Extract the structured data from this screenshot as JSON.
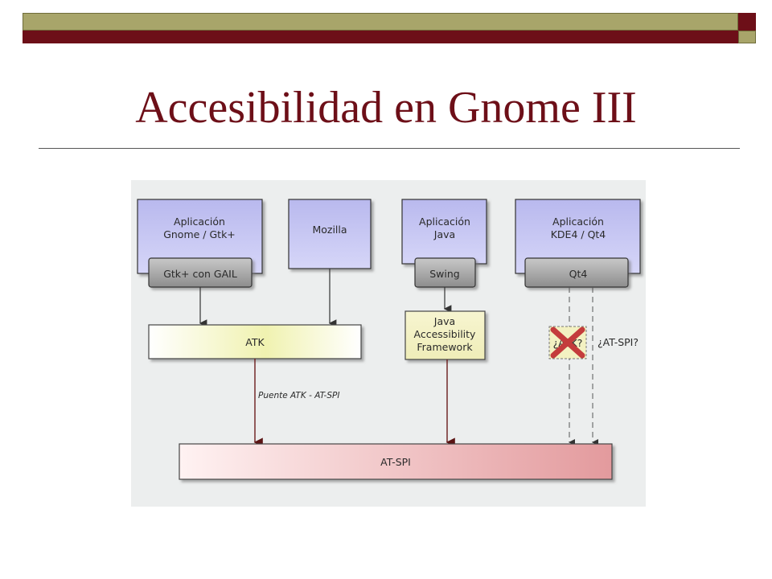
{
  "title": "Accesibilidad en Gnome III",
  "diagram": {
    "apps": [
      {
        "line1": "Aplicación",
        "line2": "Gnome / Gtk+",
        "toolkit": "Gtk+ con GAIL"
      },
      {
        "line1": "Mozilla",
        "line2": "",
        "toolkit": ""
      },
      {
        "line1": "Aplicación",
        "line2": "Java",
        "toolkit": "Swing"
      },
      {
        "line1": "Aplicación",
        "line2": "KDE4 / Qt4",
        "toolkit": "Qt4"
      }
    ],
    "atk": "ATK",
    "jaf": [
      "Java",
      "Accessibility",
      "Framework"
    ],
    "bridge_label": "Puente ATK - AT-SPI",
    "atk_question": "¿ATK?",
    "atspi_question": "¿AT-SPI?",
    "atspi": "AT-SPI",
    "colors": {
      "app_fill": "#c4c4f2",
      "toolkit_fill": "#b0b0b0",
      "atk_fill": "#f0f2b4",
      "jaf_fill": "#f3f1c2",
      "atspi_fill": "#eaa6a8",
      "arrow_dark": "#333333",
      "arrow_red": "#6a1b1b",
      "cross": "#c43c3c"
    }
  }
}
